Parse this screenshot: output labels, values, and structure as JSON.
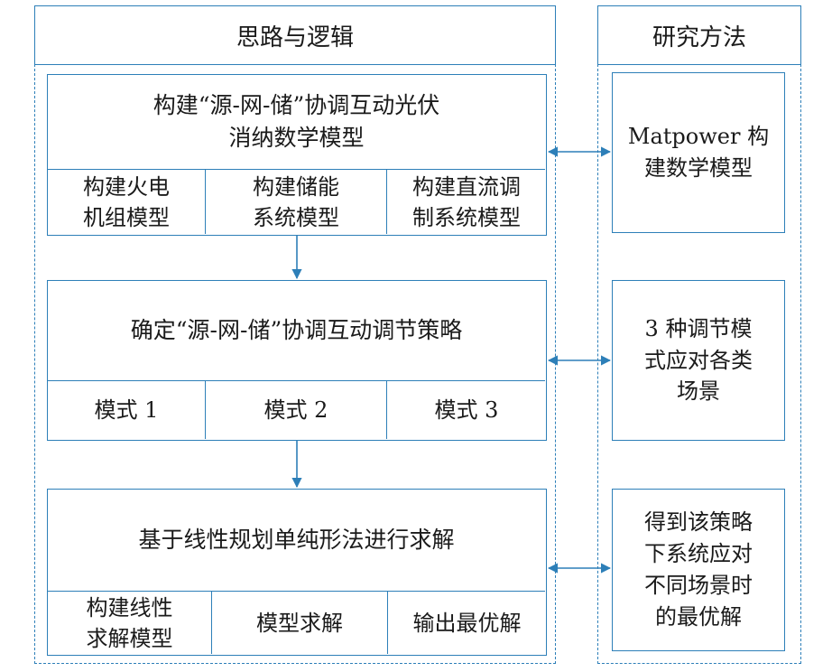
{
  "headers": {
    "left": "思路与逻辑",
    "right": "研究方法"
  },
  "step1": {
    "title": "构建“源-网-储”协调互动光伏\n消纳数学模型",
    "cells": [
      "构建火电\n机组模型",
      "构建储能\n系统模型",
      "构建直流调\n制系统模型"
    ]
  },
  "step2": {
    "title": "确定“源-网-储”协调互动调节策略",
    "cells": [
      "模式 1",
      "模式 2",
      "模式 3"
    ]
  },
  "step3": {
    "title": "基于线性规划单纯形法进行求解",
    "cells": [
      "构建线性\n求解模型",
      "模型求解",
      "输出最优解"
    ]
  },
  "methods": [
    "Matpower 构\n建数学模型",
    "3 种调节模\n式应对各类\n场景",
    "得到该策略\n下系统应对\n不同场景时\n的最优解"
  ],
  "colors": {
    "line": "#2d7fb8",
    "text": "#1a1a1a"
  }
}
